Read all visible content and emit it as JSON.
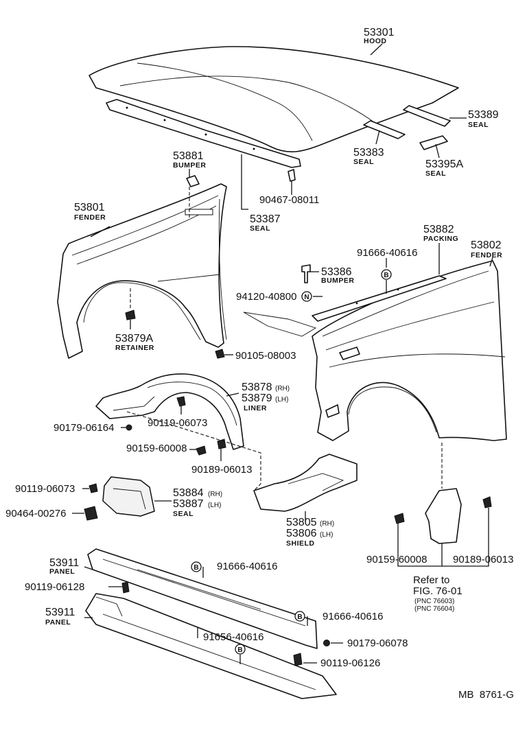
{
  "parts": {
    "hood": {
      "number": "53301",
      "name": "HOOD"
    },
    "seal_53389": {
      "number": "53389",
      "name": "SEAL"
    },
    "seal_53383": {
      "number": "53383",
      "name": "SEAL"
    },
    "seal_53395a": {
      "number": "53395A",
      "name": "SEAL"
    },
    "bumper_53881": {
      "number": "53881",
      "name": "BUMPER"
    },
    "clip_90467": {
      "number": "90467-08011"
    },
    "fender_53801": {
      "number": "53801",
      "name": "FENDER"
    },
    "seal_53387": {
      "number": "53387",
      "name": "SEAL"
    },
    "packing_53882": {
      "number": "53882",
      "name": "PACKING"
    },
    "fender_53802": {
      "number": "53802",
      "name": "FENDER"
    },
    "screw_91666_a": {
      "number": "91666-40616",
      "badge": "B"
    },
    "bumper_53386": {
      "number": "53386",
      "name": "BUMPER"
    },
    "nut_94120": {
      "number": "94120-40800",
      "badge": "N"
    },
    "retainer_53879a": {
      "number": "53879A",
      "name": "RETAINER"
    },
    "clip_90105": {
      "number": "90105-08003"
    },
    "liner": {
      "number_rh": "53878",
      "tag_rh": "(RH)",
      "number_lh": "53879",
      "tag_lh": "(LH)",
      "name": "LINER"
    },
    "bolt_90119_06073_a": {
      "number": "90119-06073"
    },
    "nut_90179_06164": {
      "number": "90179-06164"
    },
    "screw_90159_a": {
      "number": "90159-60008"
    },
    "clip_90189_a": {
      "number": "90189-06013"
    },
    "bolt_90119_06073_b": {
      "number": "90119-06073"
    },
    "seal_53884": {
      "number_rh": "53884",
      "tag_rh": "(RH)",
      "number_lh": "53887",
      "tag_lh": "(LH)",
      "name": "SEAL"
    },
    "clip_90464": {
      "number": "90464-00276"
    },
    "shield": {
      "number_rh": "53805",
      "tag_rh": "(RH)",
      "number_lh": "53806",
      "tag_lh": "(LH)",
      "name": "SHIELD"
    },
    "screw_90159_b": {
      "number": "90159-60008"
    },
    "clip_90189_b": {
      "number": "90189-06013"
    },
    "panel_upper": {
      "number": "53911",
      "name": "PANEL"
    },
    "screw_91666_b": {
      "number": "91666-40616",
      "badge": "B"
    },
    "bolt_90119_06128": {
      "number": "90119-06128"
    },
    "panel_lower": {
      "number": "53911",
      "name": "PANEL"
    },
    "screw_91666_c": {
      "number": "91666-40616",
      "badge": "B"
    },
    "screw_91656": {
      "number": "91656-40616",
      "badge": "B"
    },
    "nut_90179_06078": {
      "number": "90179-06078"
    },
    "bolt_90119_06126": {
      "number": "90119-06126"
    }
  },
  "reference": {
    "line1": "Refer to",
    "line2": "FIG. 76-01",
    "line3": "(PNC 76603)",
    "line4": "(PNC 76604)"
  },
  "footer": {
    "code": "MB  8761-G"
  }
}
